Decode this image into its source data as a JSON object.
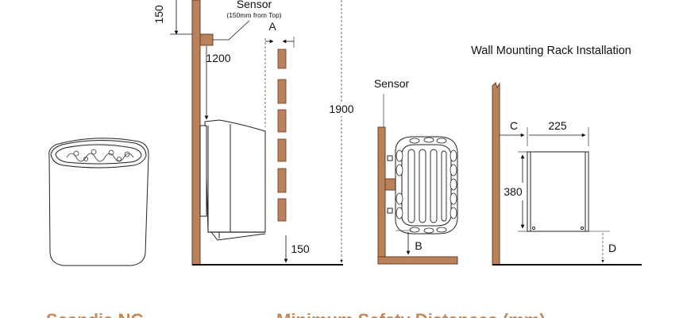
{
  "colors": {
    "wood": "#b9825a",
    "wood_dark": "#6b3e22",
    "ink": "#111111",
    "heater_fill": "#ffffff",
    "accent": "#c58a5a"
  },
  "side_view": {
    "sensor_label": "Sensor",
    "sensor_note": "(150mm from Top)",
    "dim_top": "150",
    "dim_sensor_drop": "1200",
    "dim_a": "A",
    "dim_height": "1900",
    "dim_bottom": "150"
  },
  "top_view": {
    "sensor_label": "Sensor",
    "dim_b": "B"
  },
  "rack_view": {
    "title": "Wall Mounting Rack Installation",
    "dim_c": "C",
    "dim_width": "225",
    "dim_height": "380",
    "dim_d": "D"
  },
  "footer": {
    "model_title": "Scandia NG",
    "table_title": "Minimum Safety Distances (mm)"
  }
}
